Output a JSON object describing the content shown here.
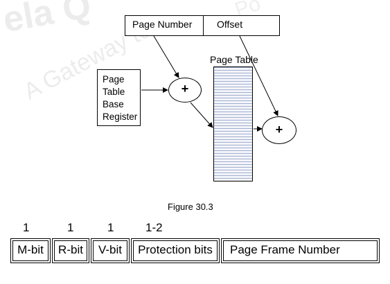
{
  "watermark": {
    "top_text": "ela Q",
    "tagline": "A Gateway to",
    "top_right_text": "Po"
  },
  "diagram": {
    "virtual_address": {
      "page_number": "Page Number",
      "offset": "Offset"
    },
    "ptbr_lines": [
      "Page",
      "Table",
      "Base",
      "Register"
    ],
    "page_table_label": "Page Table",
    "adder_symbol": "+"
  },
  "figure_caption": "Figure 30.3",
  "pte_format": {
    "fields": [
      {
        "label": "M-bit",
        "bits": "1"
      },
      {
        "label": "R-bit",
        "bits": "1"
      },
      {
        "label": "V-bit",
        "bits": "1"
      },
      {
        "label": "Protection bits",
        "bits": "1-2"
      },
      {
        "label": "Page Frame Number",
        "bits": ""
      }
    ]
  },
  "colors": {
    "table_lines": "#9fb0cf",
    "watermark": "#ececec"
  }
}
